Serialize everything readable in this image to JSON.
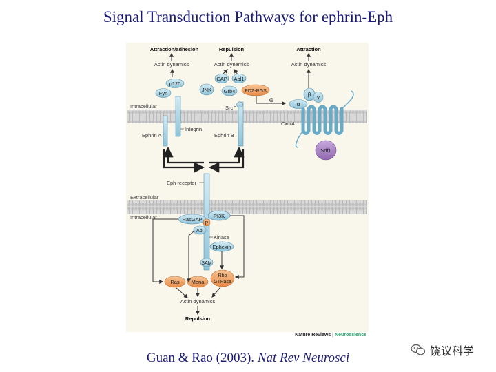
{
  "slide": {
    "title": "Signal Transduction Pathways for ephrin-Eph",
    "citation_authors": "Guan & Rao (2003). ",
    "citation_journal": "Nat Rev Neurosci",
    "watermark": "饶议科学"
  },
  "colors": {
    "title": "#1c1c78",
    "protein_blue": "#a9d3e4",
    "protein_orange": "#f0a060",
    "protein_purple": "#a884c2",
    "membrane": "#c8c8c8",
    "panel_bg": "#f9f7ec"
  },
  "diagram": {
    "outcome_attraction_adhesion": "Attraction/adhesion",
    "outcome_repulsion_top": "Repulsion",
    "outcome_attraction": "Attraction",
    "actin_dynamics": "Actin dynamics",
    "label_intracellular": "Intracellular",
    "label_extracellular": "Extracellular",
    "proteins": {
      "p120": "p120",
      "fyn": "Fyn",
      "cap": "CAP",
      "abl1": "Abl1",
      "jnk": "JNK",
      "grb4": "Grb4",
      "pdz_rgs": "PDZ-RGS",
      "src": "Src",
      "alpha": "α",
      "beta": "β",
      "gamma": "γ",
      "cxcr4": "Cxcr4",
      "sdf1": "Sdf1",
      "ephrin_a": "Ephrin A",
      "integrin": "Integrin",
      "ephrin_b": "Ephrin B",
      "eph_receptor": "Eph receptor",
      "rasgap": "RasGAP",
      "p": "P",
      "pi3k": "PI3K",
      "abl": "Abl",
      "kinase": "Kinase",
      "ephexin": "Ephexin",
      "sam": "SAM",
      "ras": "Ras",
      "mena": "Mena",
      "rho": "Rho",
      "gtpase": "GTPase"
    },
    "inhibit_symbol": "⊖",
    "outcome_repulsion_bottom": "Repulsion",
    "journal_name": "Nature Reviews",
    "journal_sep": " | ",
    "journal_section": "Neuroscience"
  }
}
